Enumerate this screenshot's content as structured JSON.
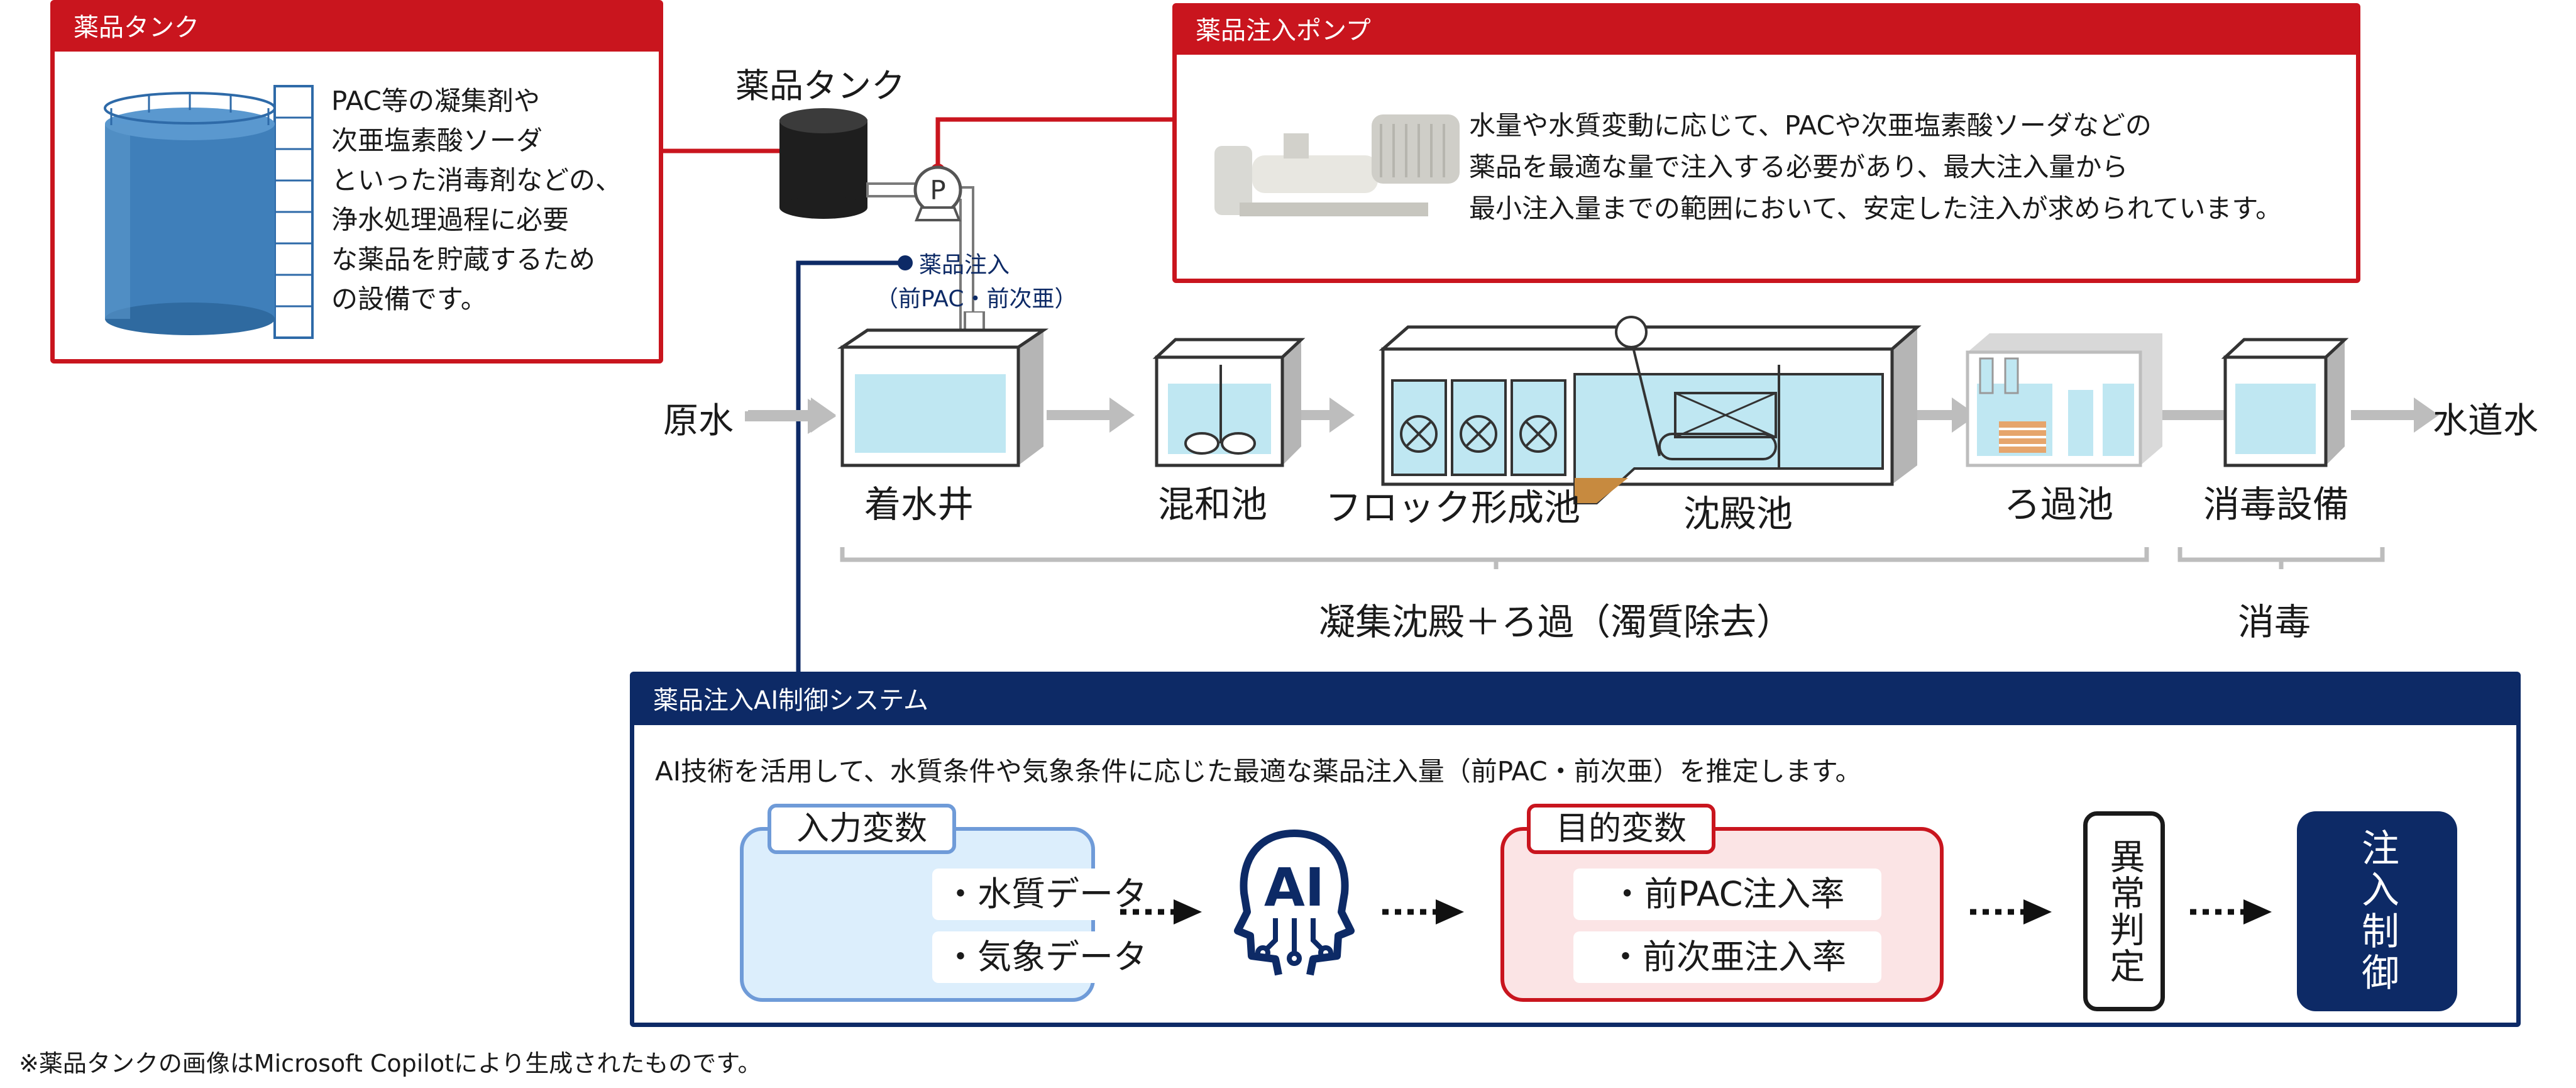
{
  "tank_box": {
    "title": "薬品タンク",
    "lines": [
      "PAC等の凝集剤や",
      "次亜塩素酸ソーダ",
      "といった消毒剤などの、",
      "浄水処理過程に必要",
      "な薬品を貯蔵するため",
      "の設備です。"
    ]
  },
  "pump_box": {
    "title": "薬品注入ポンプ",
    "lines": [
      "水量や水質変動に応じて、PACや次亜塩素酸ソーダなどの",
      "薬品を最適な量で注入する必要があり、最大注入量から",
      "最小注入量までの範囲において、安定した注入が求められています。"
    ]
  },
  "process": {
    "tank_label": "薬品タンク",
    "pump_symbol": "P",
    "injection_line1": "薬品注入",
    "injection_line2": "（前PAC・前次亜）",
    "raw_water": "原水",
    "tap_water": "水道水",
    "stages": [
      "着水井",
      "混和池",
      "フロック形成池",
      "沈殿池",
      "ろ過池",
      "消毒設備"
    ],
    "group1": "凝集沈殿＋ろ過（濁質除去）",
    "group2": "消毒"
  },
  "ai_system": {
    "title": "薬品注入AI制御システム",
    "description": "AI技術を活用して、水質条件や気象条件に応じた最適な薬品注入量（前PAC・前次亜）を推定します。",
    "input_title": "入力変数",
    "inputs": [
      "・水質データ",
      "・気象データ"
    ],
    "ai_label": "AI",
    "target_title": "目的変数",
    "targets": [
      "・前PAC注入率",
      "・前次亜注入率"
    ],
    "anomaly_label": "異常判定",
    "control_label": "注入制御"
  },
  "footnote": "※薬品タンクの画像はMicrosoft Copilotにより生成されたものです。",
  "colors": {
    "red": "#c9151e",
    "navy": "#0d2a66",
    "arrow_gray": "#bdbdbd",
    "water": "#bfe7f2"
  }
}
